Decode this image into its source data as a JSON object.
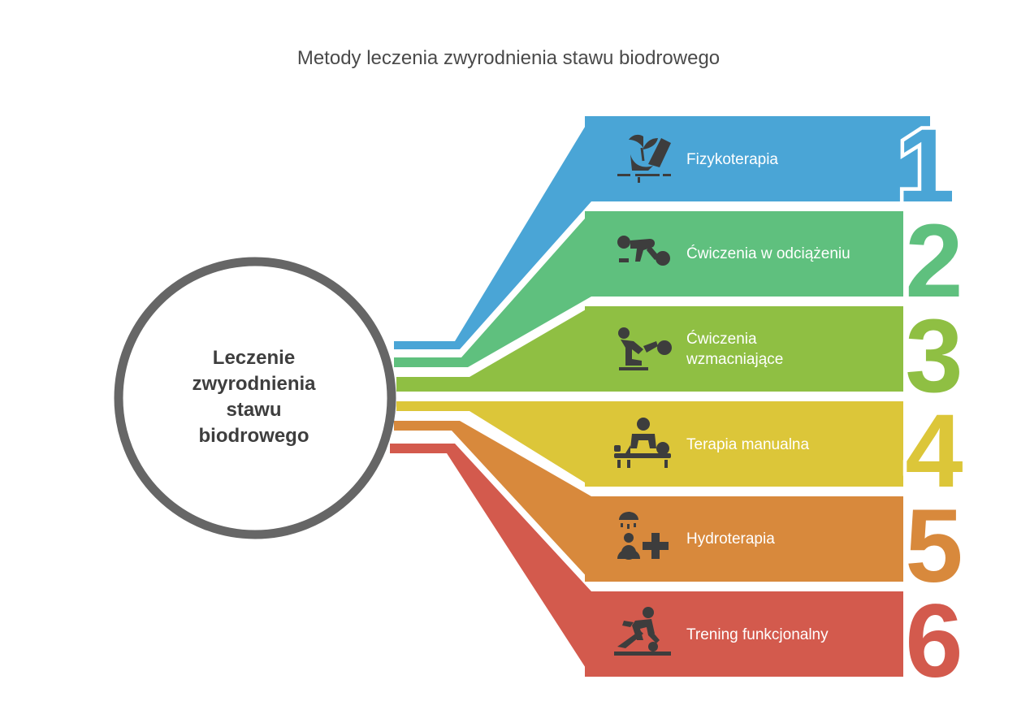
{
  "title": "Metody leczenia zwyrodnienia stawu biodrowego",
  "hub": {
    "lines": [
      "Leczenie",
      "zwyrodnienia",
      "stawu",
      "biodrowego"
    ]
  },
  "items": [
    {
      "number": "1",
      "label": "Fizykoterapia",
      "color": "#4aa5d6",
      "icon": "plant-mortar-icon"
    },
    {
      "number": "2",
      "label": "Ćwiczenia w odciążeniu",
      "color": "#5fc07e",
      "icon": "crawling-exercise-icon"
    },
    {
      "number": "3",
      "label": "Ćwiczenia wzmacniające",
      "color": "#8fbf43",
      "icon": "strength-exercise-icon"
    },
    {
      "number": "4",
      "label": "Terapia manualna",
      "color": "#dcc639",
      "icon": "massage-therapy-icon"
    },
    {
      "number": "5",
      "label": "Hydroterapia",
      "color": "#d8893c",
      "icon": "shower-medical-icon"
    },
    {
      "number": "6",
      "label": "Trening funkcjonalny",
      "color": "#d35a4d",
      "icon": "exercise-bike-icon"
    }
  ]
}
